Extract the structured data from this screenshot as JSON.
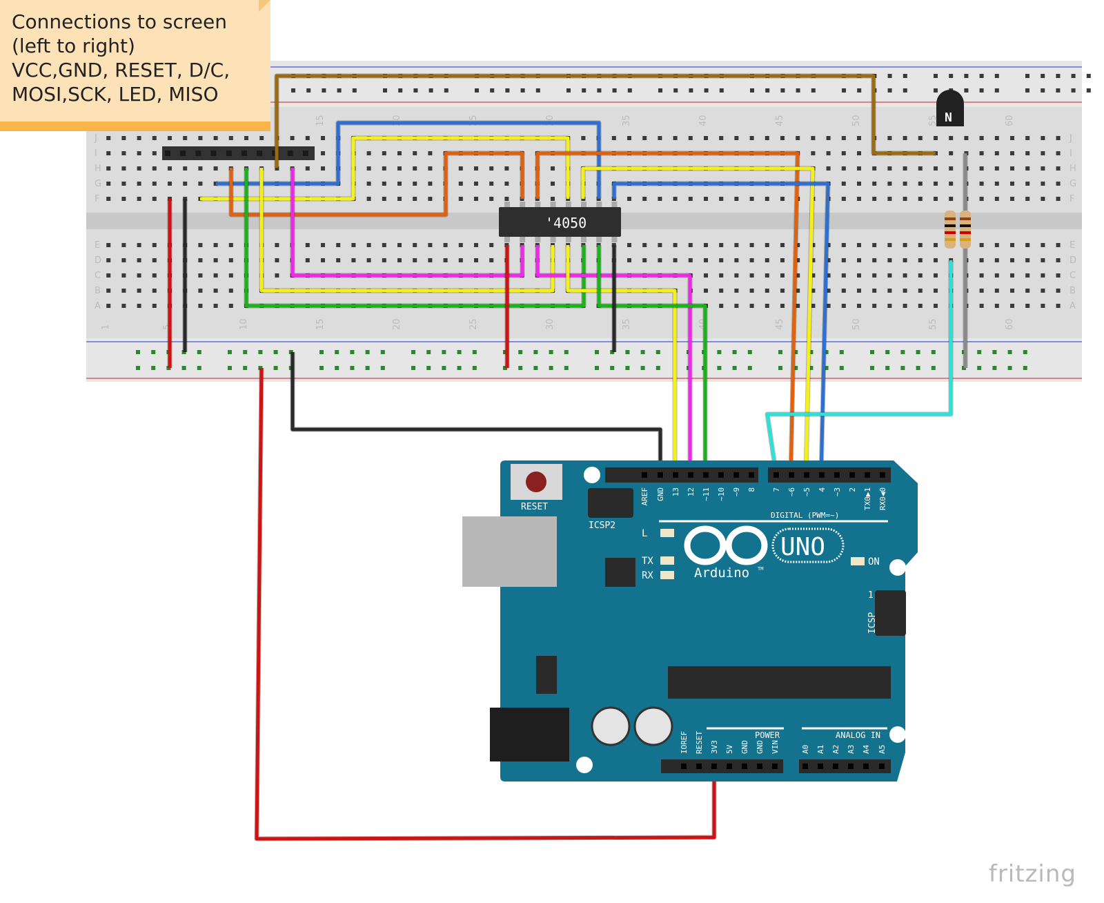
{
  "note": {
    "text": "Connections to screen\n(left to right)\nVCC,GND, RESET, D/C,\nMOSI,SCK, LED, MISO"
  },
  "breadboard": {
    "row_letters_top": [
      "J",
      "I",
      "H",
      "G",
      "F"
    ],
    "row_letters_bottom": [
      "E",
      "D",
      "C",
      "B",
      "A"
    ],
    "column_numbers": [
      "1",
      "5",
      "10",
      "15",
      "20",
      "25",
      "30",
      "35",
      "40",
      "45",
      "50",
      "55",
      "60"
    ]
  },
  "chip": {
    "label": "'4050"
  },
  "transistor": {
    "label": "N"
  },
  "arduino": {
    "reset_label": "RESET",
    "icsp2_label": "ICSP2",
    "icsp_label": "ICSP",
    "icsp_pin1": "1",
    "digital_pins": [
      "AREF",
      "GND",
      "13",
      "12",
      "~11",
      "~10",
      "~9",
      "8",
      "7",
      "~6",
      "~5",
      "4",
      "~3",
      "2",
      "TX0▶1",
      "RX0◀0"
    ],
    "digital_label": "DIGITAL (PWM=~)",
    "leds": [
      "L",
      "TX",
      "RX"
    ],
    "on_label": "ON",
    "logo_text": "Arduino",
    "tm": "TM",
    "model": "UNO",
    "power_label": "POWER",
    "power_pins": [
      "IOREF",
      "RESET",
      "3V3",
      "5V",
      "GND",
      "GND",
      "VIN"
    ],
    "analog_label": "ANALOG IN",
    "analog_pins": [
      "A0",
      "A1",
      "A2",
      "A3",
      "A4",
      "A5"
    ],
    "board_color": "#13738f"
  },
  "wire_colors": {
    "red": "#cc1414",
    "black": "#2a2a2a",
    "brown": "#9a6b10",
    "blue": "#2e6fd0",
    "yellow": "#f4f01a",
    "orange": "#e0620e",
    "green": "#1bb21b",
    "magenta": "#f028e8",
    "cyan": "#2ee0d8",
    "grey": "#8a8a8a"
  },
  "brand": "fritzing"
}
